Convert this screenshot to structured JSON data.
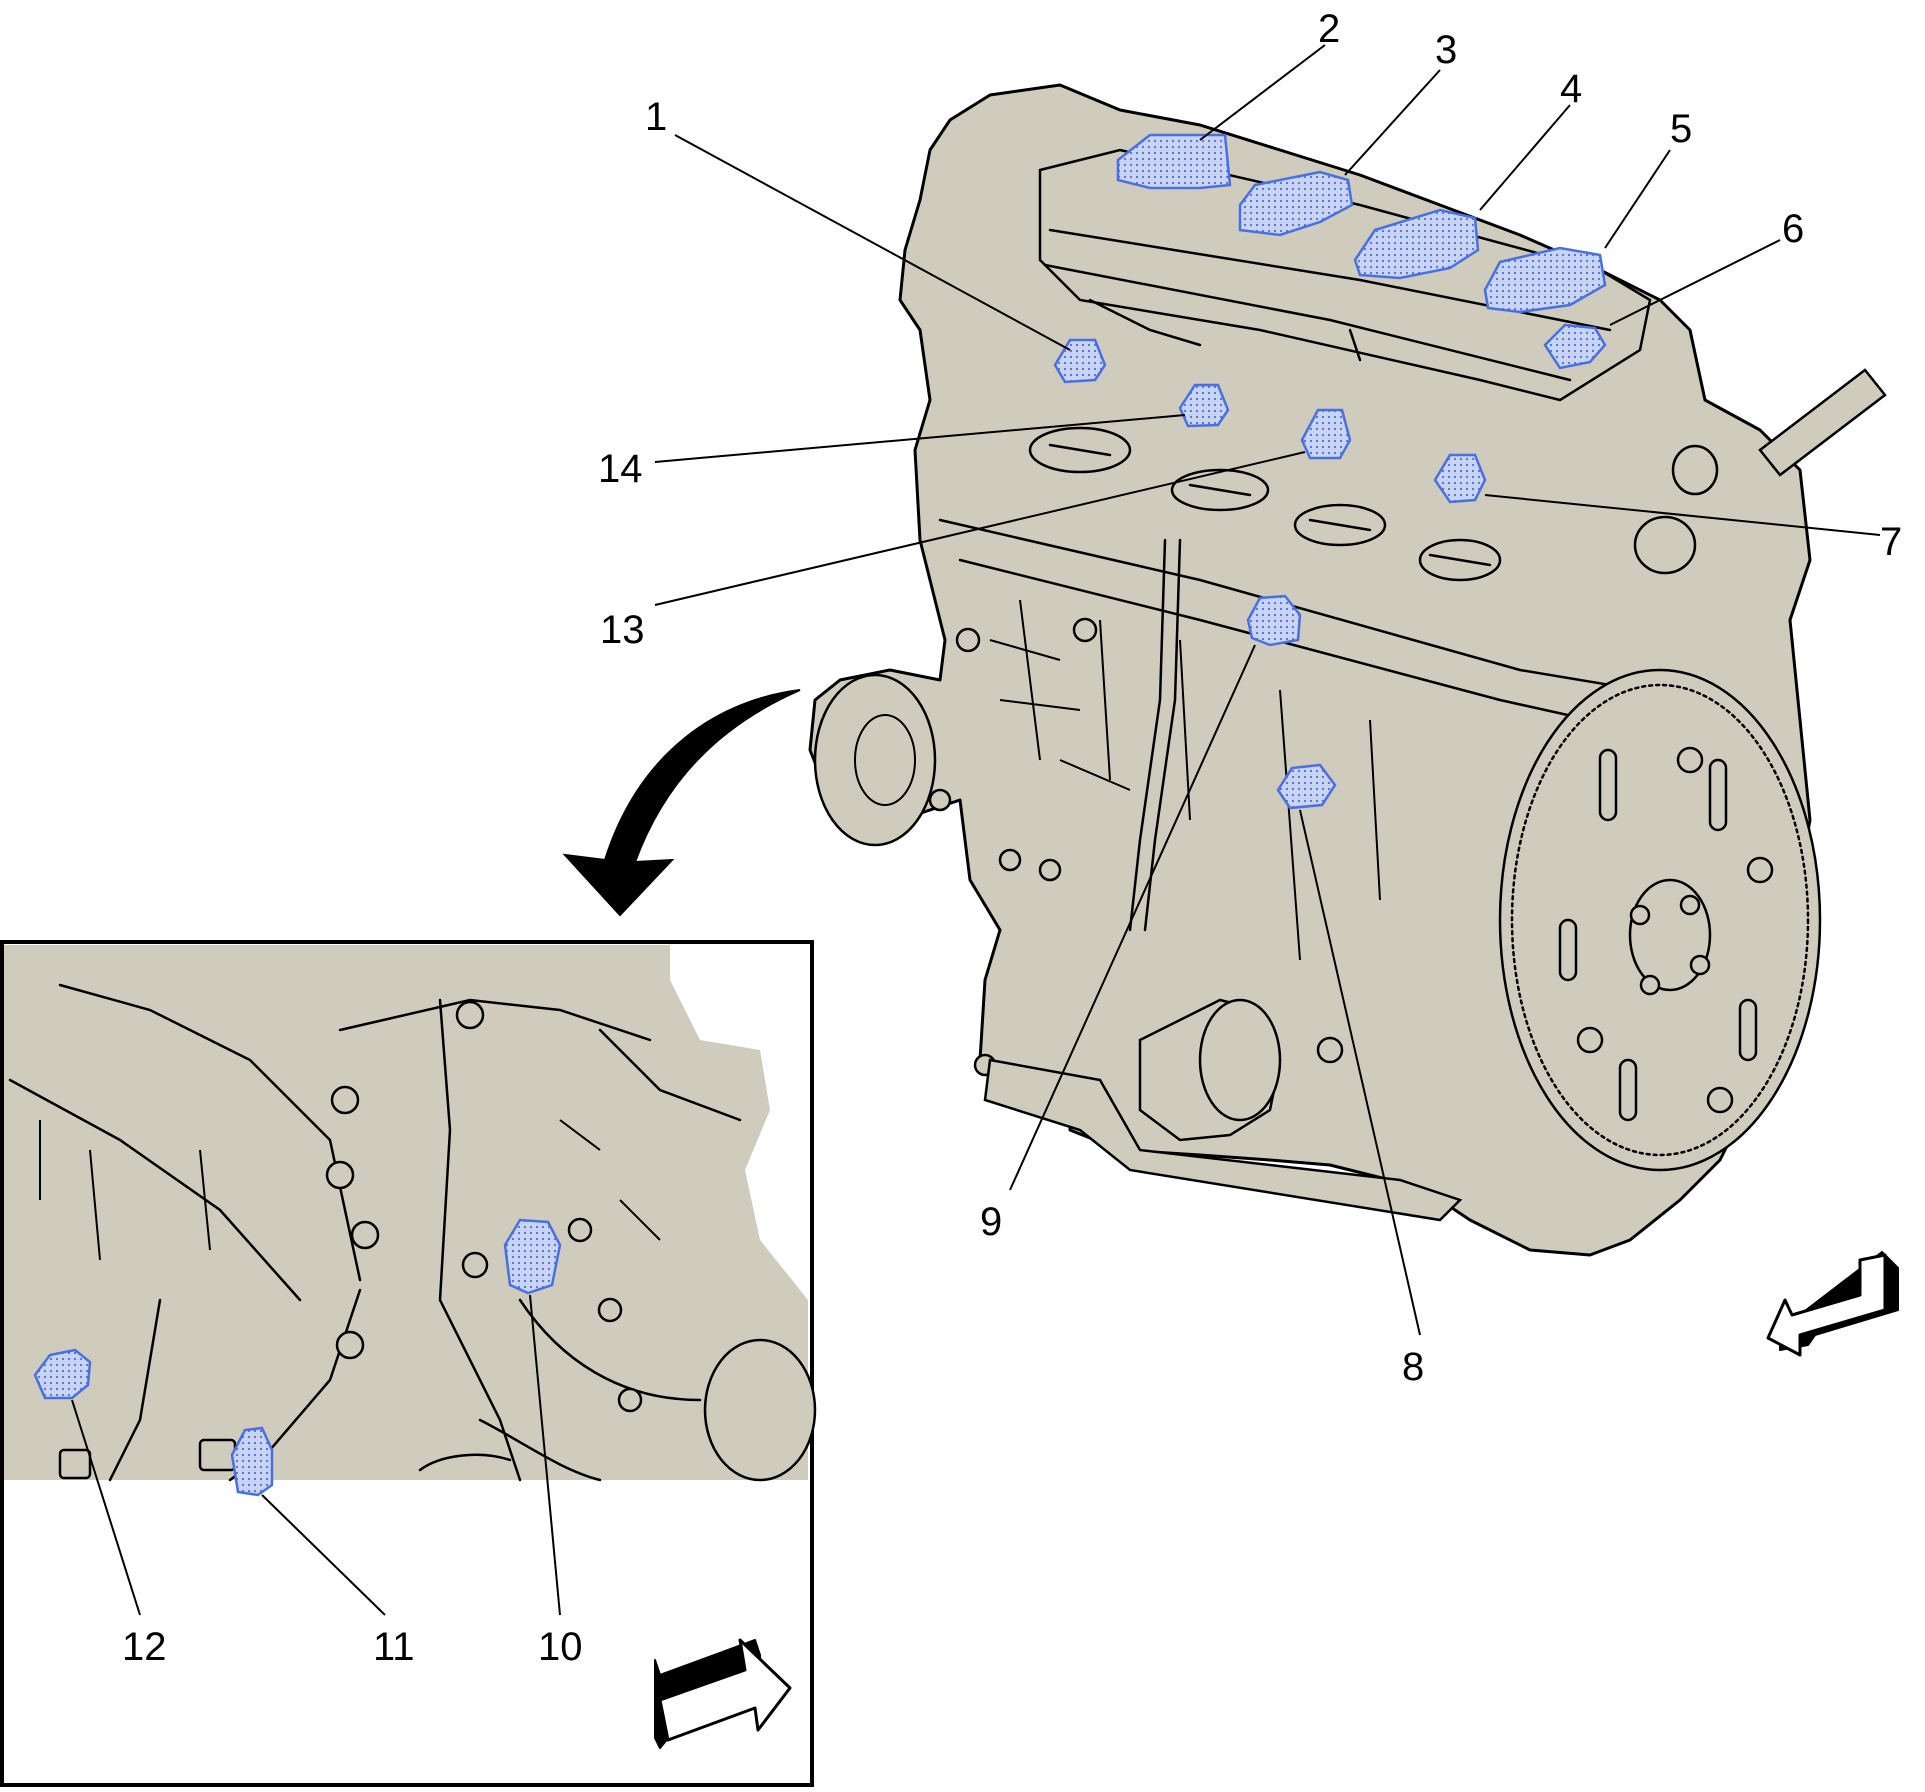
{
  "callouts": {
    "c1": "1",
    "c2": "2",
    "c3": "3",
    "c4": "4",
    "c5": "5",
    "c6": "6",
    "c7": "7",
    "c8": "8",
    "c9": "9",
    "c10": "10",
    "c11": "11",
    "c12": "12",
    "c13": "13",
    "c14": "14"
  },
  "colors": {
    "engine_fill": "#cfcbbd",
    "sensor_highlight": "#4a6fe0",
    "line": "#000000"
  }
}
